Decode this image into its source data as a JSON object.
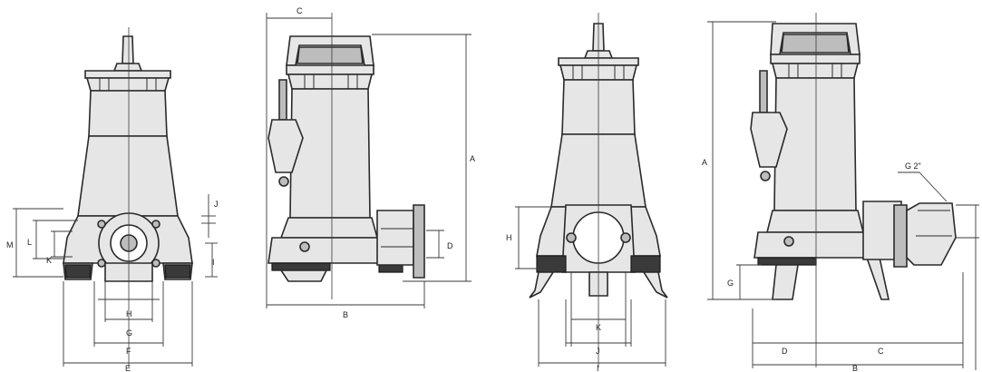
{
  "views": {
    "front_a": {
      "labels": {
        "J": "J",
        "M": "M",
        "L": "L",
        "K": "K",
        "I": "I",
        "H": "H",
        "G": "G",
        "F": "F",
        "E": "E"
      }
    },
    "side_a": {
      "labels": {
        "C": "C",
        "A": "A",
        "D": "D",
        "B": "B"
      }
    },
    "front_b": {
      "labels": {
        "H": "H",
        "K": "K",
        "J": "J",
        "I": "I"
      }
    },
    "side_b": {
      "labels": {
        "A": "A",
        "G2": "G 2\"",
        "G": "G",
        "D": "D",
        "C": "C",
        "B": "B"
      }
    }
  }
}
